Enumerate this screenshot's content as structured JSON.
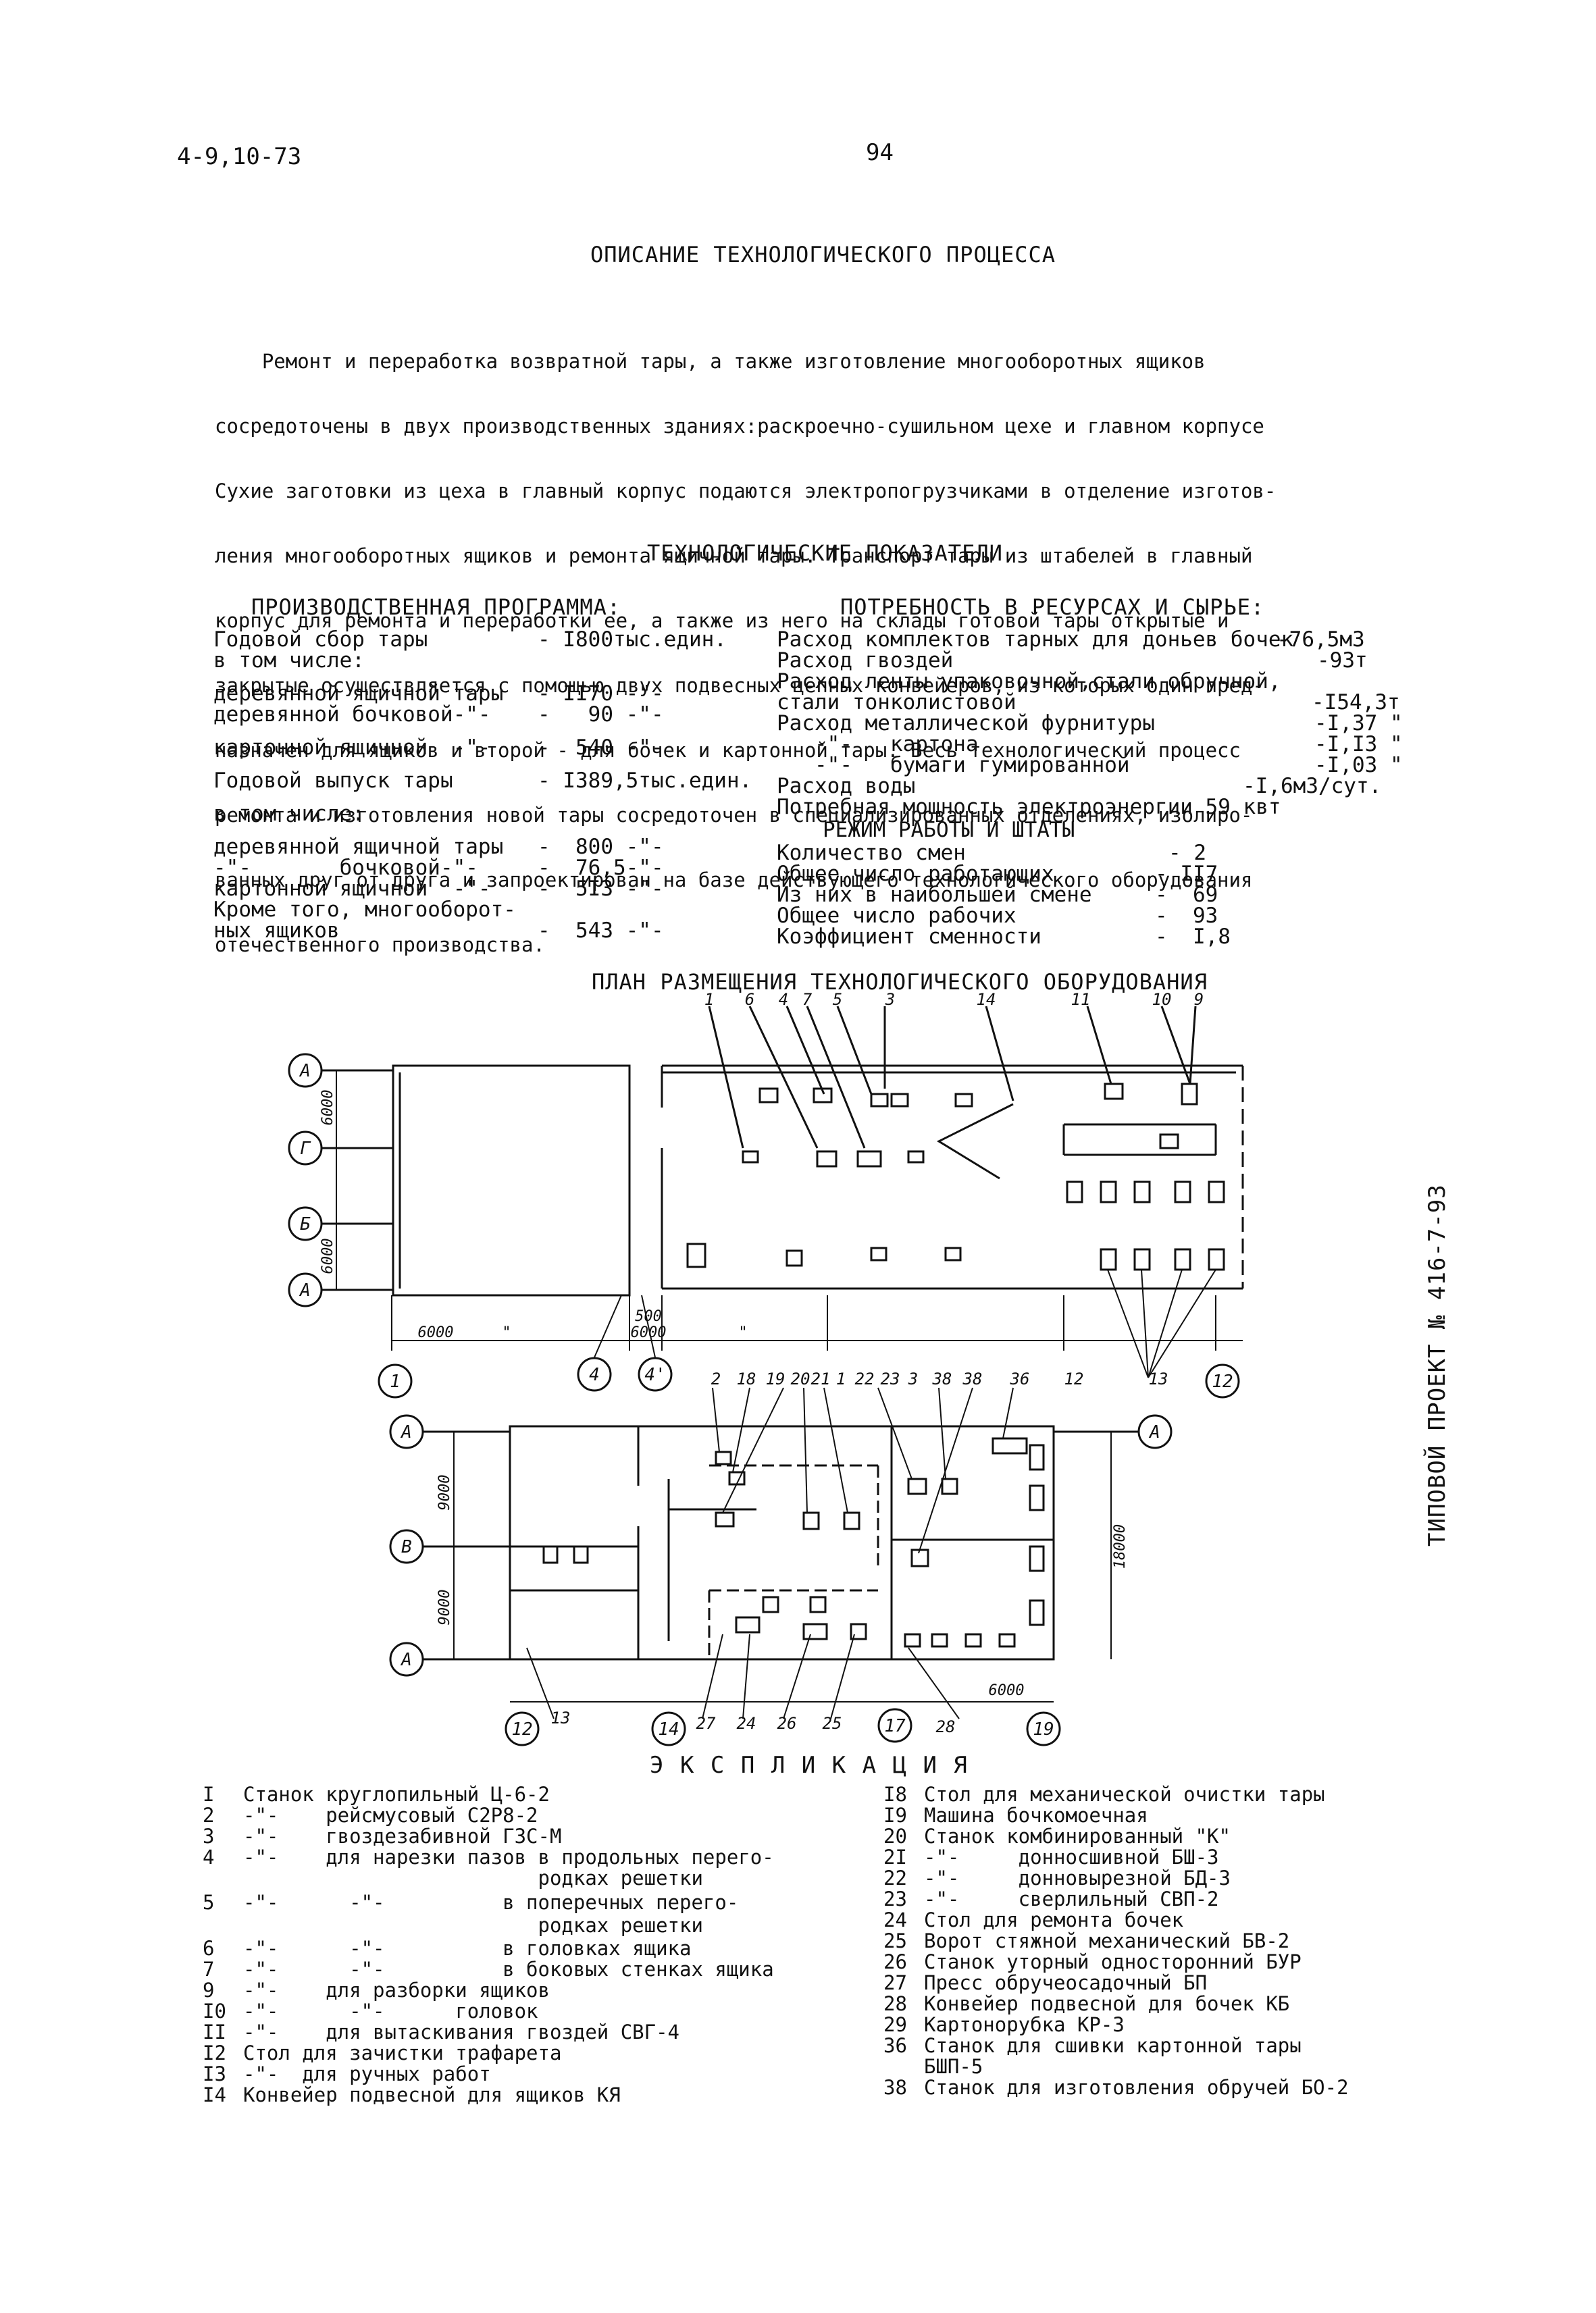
{
  "header": {
    "doc_code": "4-9,10-73",
    "page_number": "94",
    "side_stamp": "ТИПОВОЙ ПРОЕКТ № 416-7-93"
  },
  "process": {
    "title": "ОПИСАНИЕ ТЕХНОЛОГИЧЕСКОГО ПРОЦЕССА",
    "lines": [
      "    Ремонт и переработка возвратной тары, а также изготовление многооборотных ящиков",
      "сосредоточены в двух производственных зданиях:раскроечно-сушильном цехе и главном корпусе",
      "Сухие заготовки из цеха в главный корпус подаются электропогрузчиками в отделение изготов-",
      "ления многооборотных ящиков и ремонта ящичной тары. Транспорт тары из штабелей в главный",
      "корпус для ремонта и переработки ее, а также из него на склады готовой тары открытые и",
      "закрытые осуществляется с помощью двух подвесных цепных конвейеров, из которых один пред-",
      "назначен для ящиков и второй - для бочек и картонной тары. Весь технологический процесс",
      "ремонта и изготовления новой тары сосредоточен в специализированных отделениях, изолиро-",
      "ванных друг от друга и запроектирован на базе действующего технологического оборудования",
      "отечественного производства."
    ]
  },
  "indicators_title": "ТЕХНОЛОГИЧЕСКИЕ ПОКАЗАТЕЛИ",
  "program": {
    "title": "ПРОИЗВОДСТВЕННАЯ ПРОГРАММА:",
    "rows": [
      {
        "label": "Годовой сбор тары",
        "value": "- I800тыс.един."
      },
      {
        "label": "в том числе:",
        "value": ""
      },
      {
        "label": "",
        "value": ""
      },
      {
        "label": "деревянной ящичной тары",
        "value": "- II70 -\"-"
      },
      {
        "label": "деревянной бочковой-\"-",
        "value": "-   90 -\"-"
      },
      {
        "label": "",
        "value": ""
      },
      {
        "label": "картонной ящичной  -\"-",
        "value": "-  540 -\"-"
      },
      {
        "label": "",
        "value": ""
      },
      {
        "label": "Годовой выпуск тары",
        "value": "- I389,5тыс.един."
      },
      {
        "label": "",
        "value": ""
      },
      {
        "label": "в том числе:",
        "value": ""
      },
      {
        "label": "",
        "value": ""
      },
      {
        "label": "деревянной ящичной тары",
        "value": "-  800 -\"-"
      },
      {
        "label": "-\"-       бочковой-\"-",
        "value": "-  76,5-\"-"
      },
      {
        "label": "картонной ящичной  -\"-",
        "value": "-  5I3 -\"-"
      },
      {
        "label": "Кроме того, многооборот-",
        "value": ""
      },
      {
        "label": "ных ящиков",
        "value": "-  543 -\"-"
      }
    ]
  },
  "resources": {
    "title": "ПОТРЕБНОСТЬ В РЕСУРСАХ И СЫРЬЕ:",
    "rows": [
      {
        "label": "Расход комплектов тарных для доньев бочек",
        "value": "-76,5м3"
      },
      {
        "label": "Расход гвоздей",
        "value": "-93т"
      },
      {
        "label": "Расход ленты упаковочной,стали обручной,",
        "value": ""
      },
      {
        "label": "стали тонколистовой",
        "value": "-I54,3т"
      },
      {
        "label": "Расход металлической фурнитуры",
        "value": "-I,37 \""
      },
      {
        "label": "   -\"-   картона",
        "value": "-I,I3 \""
      },
      {
        "label": "   -\"-   бумаги гумированной",
        "value": "-I,03 \""
      },
      {
        "label": "Расход воды",
        "value": "-I,6м3/сут."
      },
      {
        "label": "Потребная мощность электроэнергии 59 квт",
        "value": ""
      }
    ]
  },
  "regime": {
    "title": "РЕЖИМ РАБОТЫ И ШТАТЫ",
    "rows": [
      {
        "label": "Количество смен",
        "value": "- 2"
      },
      {
        "label": "Общее число работающих",
        "value": "- II7"
      },
      {
        "label": "Из них в наибольшей смене",
        "value": "-  69"
      },
      {
        "label": "Общее число рабочих",
        "value": "-  93"
      },
      {
        "label": "Коэффициент сменности",
        "value": "-  I,8"
      }
    ]
  },
  "plan": {
    "title": "ПЛАН РАЗМЕЩЕНИЯ ТЕХНОЛОГИЧЕСКОГО ОБОРУДОВАНИЯ",
    "top_callouts": [
      "1",
      "6",
      "4",
      "7",
      "5",
      "3",
      "14",
      "11",
      "10",
      "9"
    ],
    "upper_axes": [
      "А",
      "Г",
      "Б",
      "А"
    ],
    "upper_dims": [
      "6000",
      "6000",
      "6000",
      "500",
      "6000",
      "\"",
      "\""
    ],
    "upper_bottom_callouts": [
      "2",
      "18",
      "19",
      "20",
      "21",
      "1",
      "22",
      "23",
      "3",
      "38",
      "38",
      "36",
      "12",
      "13"
    ],
    "upper_circles": [
      "1",
      "4",
      "4'",
      "12"
    ],
    "lower_axes": [
      "А",
      "В",
      "А"
    ],
    "lower_dims": [
      "9000",
      "9000",
      "18000",
      "6000"
    ],
    "lower_bottom_callouts": [
      "13",
      "27",
      "24",
      "26",
      "25",
      "28"
    ],
    "lower_circles": [
      "12",
      "14",
      "17",
      "19"
    ]
  },
  "explication": {
    "title": "Э К С П Л И К А Ц И Я",
    "left": [
      {
        "n": "I",
        "t": "Станок круглопильный Ц-6-2"
      },
      {
        "n": "2",
        "t": "-\"-    рейсмусовый С2Р8-2"
      },
      {
        "n": "3",
        "t": "-\"-    гвоздезабивной ГЗС-М"
      },
      {
        "n": "4",
        "t": "-\"-    для нарезки пазов в продольных перего-"
      },
      {
        "n": "",
        "t": "                         родках решетки"
      },
      {
        "n": "5",
        "t": "-\"-      -\"-          в поперечных перего-"
      },
      {
        "n": "",
        "t": "                         родках решетки"
      },
      {
        "n": "6",
        "t": "-\"-      -\"-          в головках ящика"
      },
      {
        "n": "7",
        "t": "-\"-      -\"-          в боковых стенках ящика"
      },
      {
        "n": "9",
        "t": "-\"-    для разборки ящиков"
      },
      {
        "n": "I0",
        "t": "-\"-      -\"-      головок"
      },
      {
        "n": "II",
        "t": "-\"-    для вытаскивания гвоздей СВГ-4"
      },
      {
        "n": "I2",
        "t": "Стол для зачистки трафарета"
      },
      {
        "n": "I3",
        "t": "-\"-  для ручных работ"
      },
      {
        "n": "I4",
        "t": "Конвейер подвесной для ящиков КЯ"
      }
    ],
    "right": [
      {
        "n": "I8",
        "t": "Стол для механической очистки тары"
      },
      {
        "n": "I9",
        "t": "Машина бочкомоечная"
      },
      {
        "n": "20",
        "t": "Станок комбинированный \"К\""
      },
      {
        "n": "2I",
        "t": "-\"-     донносшивной БШ-3"
      },
      {
        "n": "22",
        "t": "-\"-     донновырезной БД-3"
      },
      {
        "n": "23",
        "t": "-\"-     сверлильный СВП-2"
      },
      {
        "n": "24",
        "t": "Стол для ремонта бочек"
      },
      {
        "n": "25",
        "t": "Ворот стяжной механический БВ-2"
      },
      {
        "n": "26",
        "t": "Станок уторный односторонний БУР"
      },
      {
        "n": "27",
        "t": "Пресс обручеосадочный БП"
      },
      {
        "n": "28",
        "t": "Конвейер подвесной для бочек КБ"
      },
      {
        "n": "29",
        "t": "Картонорубка КР-3"
      },
      {
        "n": "36",
        "t": "Станок для сшивки картонной тары"
      },
      {
        "n": "",
        "t": "БШП-5"
      },
      {
        "n": "38",
        "t": "Станок для изготовления обручей БО-2"
      }
    ]
  }
}
